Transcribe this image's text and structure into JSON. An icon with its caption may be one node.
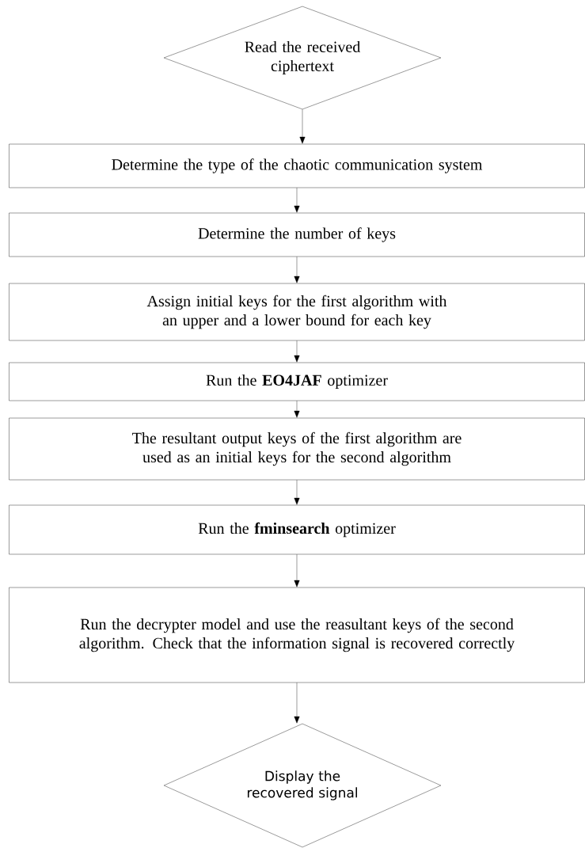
{
  "diagram": {
    "nodes": [
      {
        "text": [
          "Read the received ciphertext"
        ]
      },
      {
        "text": [
          "Determine the type of the chaotic communication system"
        ]
      },
      {
        "text": [
          "Determine the number of keys"
        ]
      },
      {
        "text": [
          "Assign initial keys for the first algorithm with an upper and a lower bound for each key"
        ]
      },
      {
        "text": [
          "Run the **EO4JAF** optimizer"
        ]
      },
      {
        "text": [
          "The resultant output keys of the first algorithm are used as an initial keys for the second algorithm"
        ]
      },
      {
        "text": [
          "Run the **fminsearch** optimizer"
        ]
      },
      {
        "text": [
          "Run the decrypter model and use the reasultant keys of the second algorithm. Check that the information signal is recovered correctly"
        ]
      },
      {
        "text": [
          "Display the recovered signal"
        ]
      }
    ],
    "edges": [
      {
        "from": 0,
        "to": 1,
        "arrow": "to"
      },
      {
        "from": 1,
        "to": 2,
        "arrow": "to"
      },
      {
        "from": 2,
        "to": 3,
        "arrow": "to"
      },
      {
        "from": 3,
        "to": 4,
        "arrow": "to"
      },
      {
        "from": 4,
        "to": 5,
        "arrow": "to"
      },
      {
        "from": 5,
        "to": 6,
        "arrow": "to"
      },
      {
        "from": 6,
        "to": 7,
        "arrow": "to"
      },
      {
        "from": 7,
        "to": 8,
        "arrow": "to"
      }
    ]
  }
}
